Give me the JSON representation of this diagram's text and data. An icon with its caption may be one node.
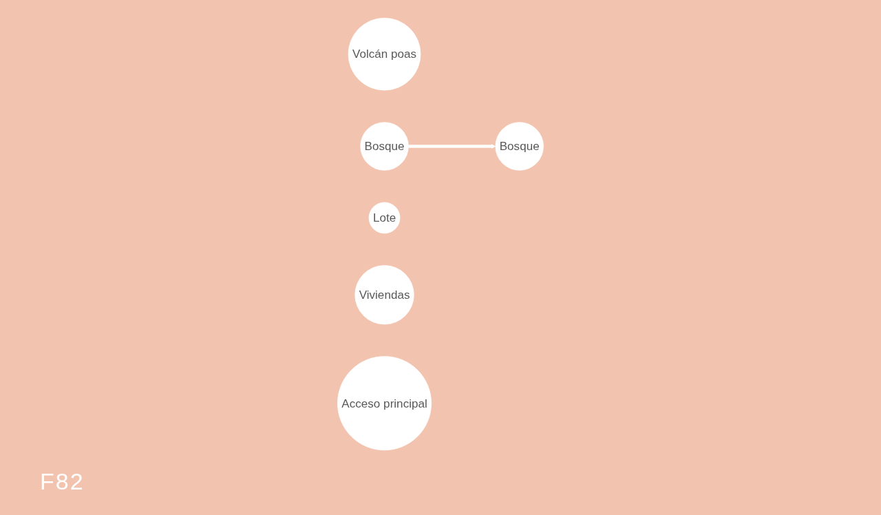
{
  "diagram": {
    "nodes": [
      {
        "text": [
          "Volcán poas"
        ]
      },
      {
        "text": [
          "Bosque"
        ]
      },
      {
        "text": [
          "Lote"
        ]
      },
      {
        "text": [
          "Bosque"
        ]
      },
      {
        "text": [
          "Viviendas"
        ]
      },
      {
        "text": [
          "Acceso principal"
        ]
      }
    ],
    "edges": [
      {
        "from": 1,
        "to": 3,
        "arrow": "to"
      }
    ],
    "labels": [
      "F82"
    ]
  }
}
